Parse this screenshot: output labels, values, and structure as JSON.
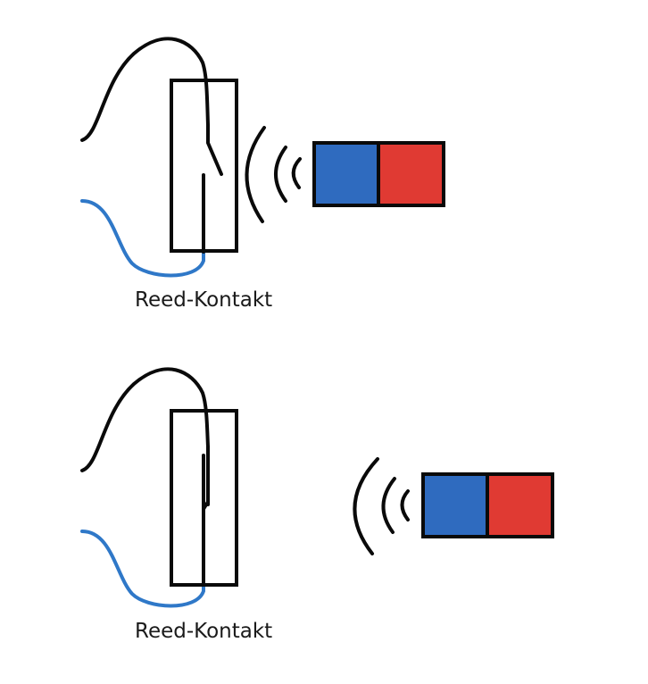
{
  "diagrams": [
    {
      "state": "magnet-near",
      "label": "Reed-Kontakt"
    },
    {
      "state": "magnet-far",
      "label": "Reed-Kontakt"
    }
  ],
  "colors": {
    "wire_black": "#0a0a0a",
    "wire_blue": "#2f78c8",
    "magnet_blue": "#2f6bbf",
    "magnet_red": "#e03a33",
    "outline": "#0a0a0a"
  }
}
